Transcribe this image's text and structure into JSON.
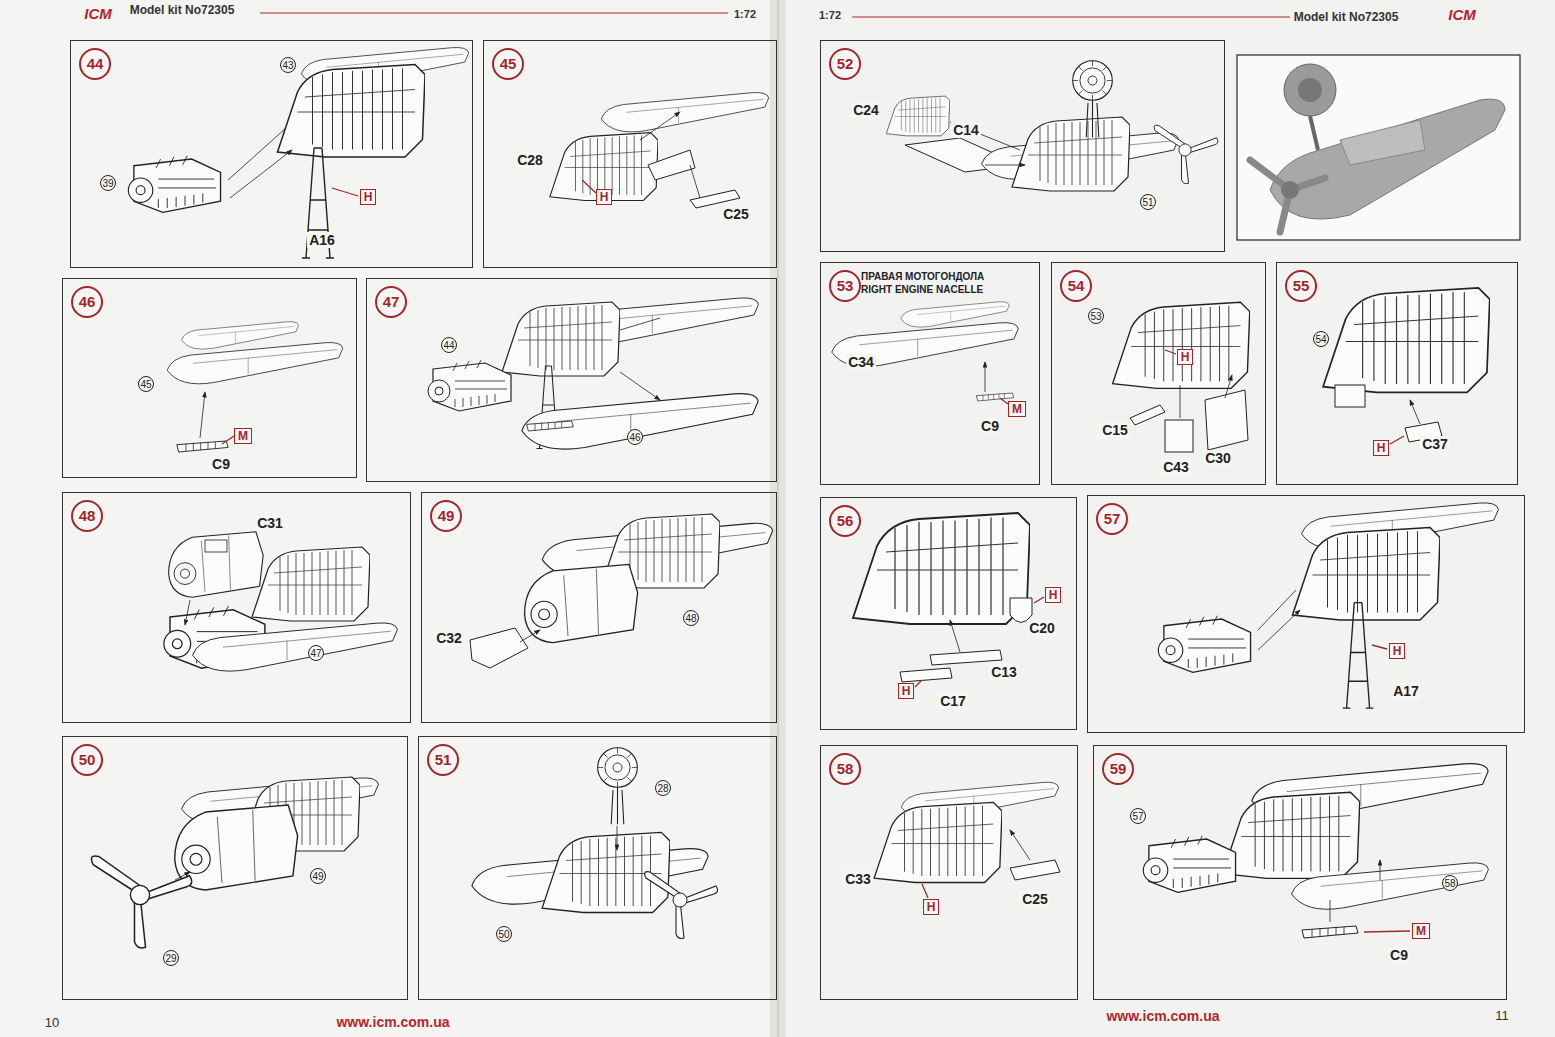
{
  "diagram": {
    "nodes": [
      {
        "text": [
          "44"
        ]
      },
      {
        "text": [
          "43"
        ],
        "in": 0
      },
      {
        "text": [
          "39"
        ],
        "in": 0
      },
      {
        "text": [
          "H"
        ],
        "in": 0
      },
      {
        "text": [
          "45"
        ]
      },
      {
        "text": [
          "H"
        ],
        "in": 4
      },
      {
        "text": [
          "46"
        ]
      },
      {
        "text": [
          "45"
        ],
        "in": 6
      },
      {
        "text": [
          "M"
        ],
        "in": 6
      },
      {
        "text": [
          "47"
        ]
      },
      {
        "text": [
          "44"
        ],
        "in": 9
      },
      {
        "text": [
          "46"
        ],
        "in": 9
      },
      {
        "text": [
          "48"
        ]
      },
      {
        "text": [
          "47"
        ],
        "in": 12
      },
      {
        "text": [
          "49"
        ]
      },
      {
        "text": [
          "48"
        ],
        "in": 14
      },
      {
        "text": [
          "50"
        ]
      },
      {
        "text": [
          "49"
        ],
        "in": 16
      },
      {
        "text": [
          "29"
        ],
        "in": 16
      },
      {
        "text": [
          "51"
        ]
      },
      {
        "text": [
          "28"
        ],
        "in": 19
      },
      {
        "text": [
          "50"
        ],
        "in": 19
      },
      {
        "text": [
          "52"
        ]
      },
      {
        "text": [
          "51"
        ],
        "in": 22
      },
      {
        "text": [
          "53",
          "ПРАВАЯ МОТОГОНДОЛА",
          "RIGHT ENGINE NACELLE"
        ]
      },
      {
        "text": [
          "M"
        ],
        "in": 24
      },
      {
        "text": [
          "54"
        ]
      },
      {
        "text": [
          "53"
        ],
        "in": 26
      },
      {
        "text": [
          "H"
        ],
        "in": 26
      },
      {
        "text": [
          "55"
        ]
      },
      {
        "text": [
          "54"
        ],
        "in": 29
      },
      {
        "text": [
          "H"
        ],
        "in": 29
      },
      {
        "text": [
          "56"
        ]
      },
      {
        "text": [
          "H"
        ],
        "in": 32
      },
      {
        "text": [
          "H"
        ],
        "in": 32
      },
      {
        "text": [
          "57"
        ]
      },
      {
        "text": [
          "H"
        ],
        "in": 35
      },
      {
        "text": [
          "58"
        ]
      },
      {
        "text": [
          "H"
        ],
        "in": 37
      },
      {
        "text": [
          "59"
        ]
      },
      {
        "text": [
          "57"
        ],
        "in": 39
      },
      {
        "text": [
          "58"
        ],
        "in": 39
      },
      {
        "text": [
          "M"
        ],
        "in": 39
      }
    ],
    "labels": [
      "ICM",
      "Model kit No72305",
      "1:72",
      "1:72",
      "Model kit No72305",
      "ICM",
      "A16",
      "C28",
      "C25",
      "C9",
      "C31",
      "C32",
      "C24",
      "C14",
      "C34",
      "C9",
      "C15",
      "C43",
      "C30",
      "C37",
      "C20",
      "C13",
      "C17",
      "A17",
      "C33",
      "C25",
      "C9",
      "10",
      "www.icm.com.ua",
      "www.icm.com.ua",
      "11"
    ]
  }
}
